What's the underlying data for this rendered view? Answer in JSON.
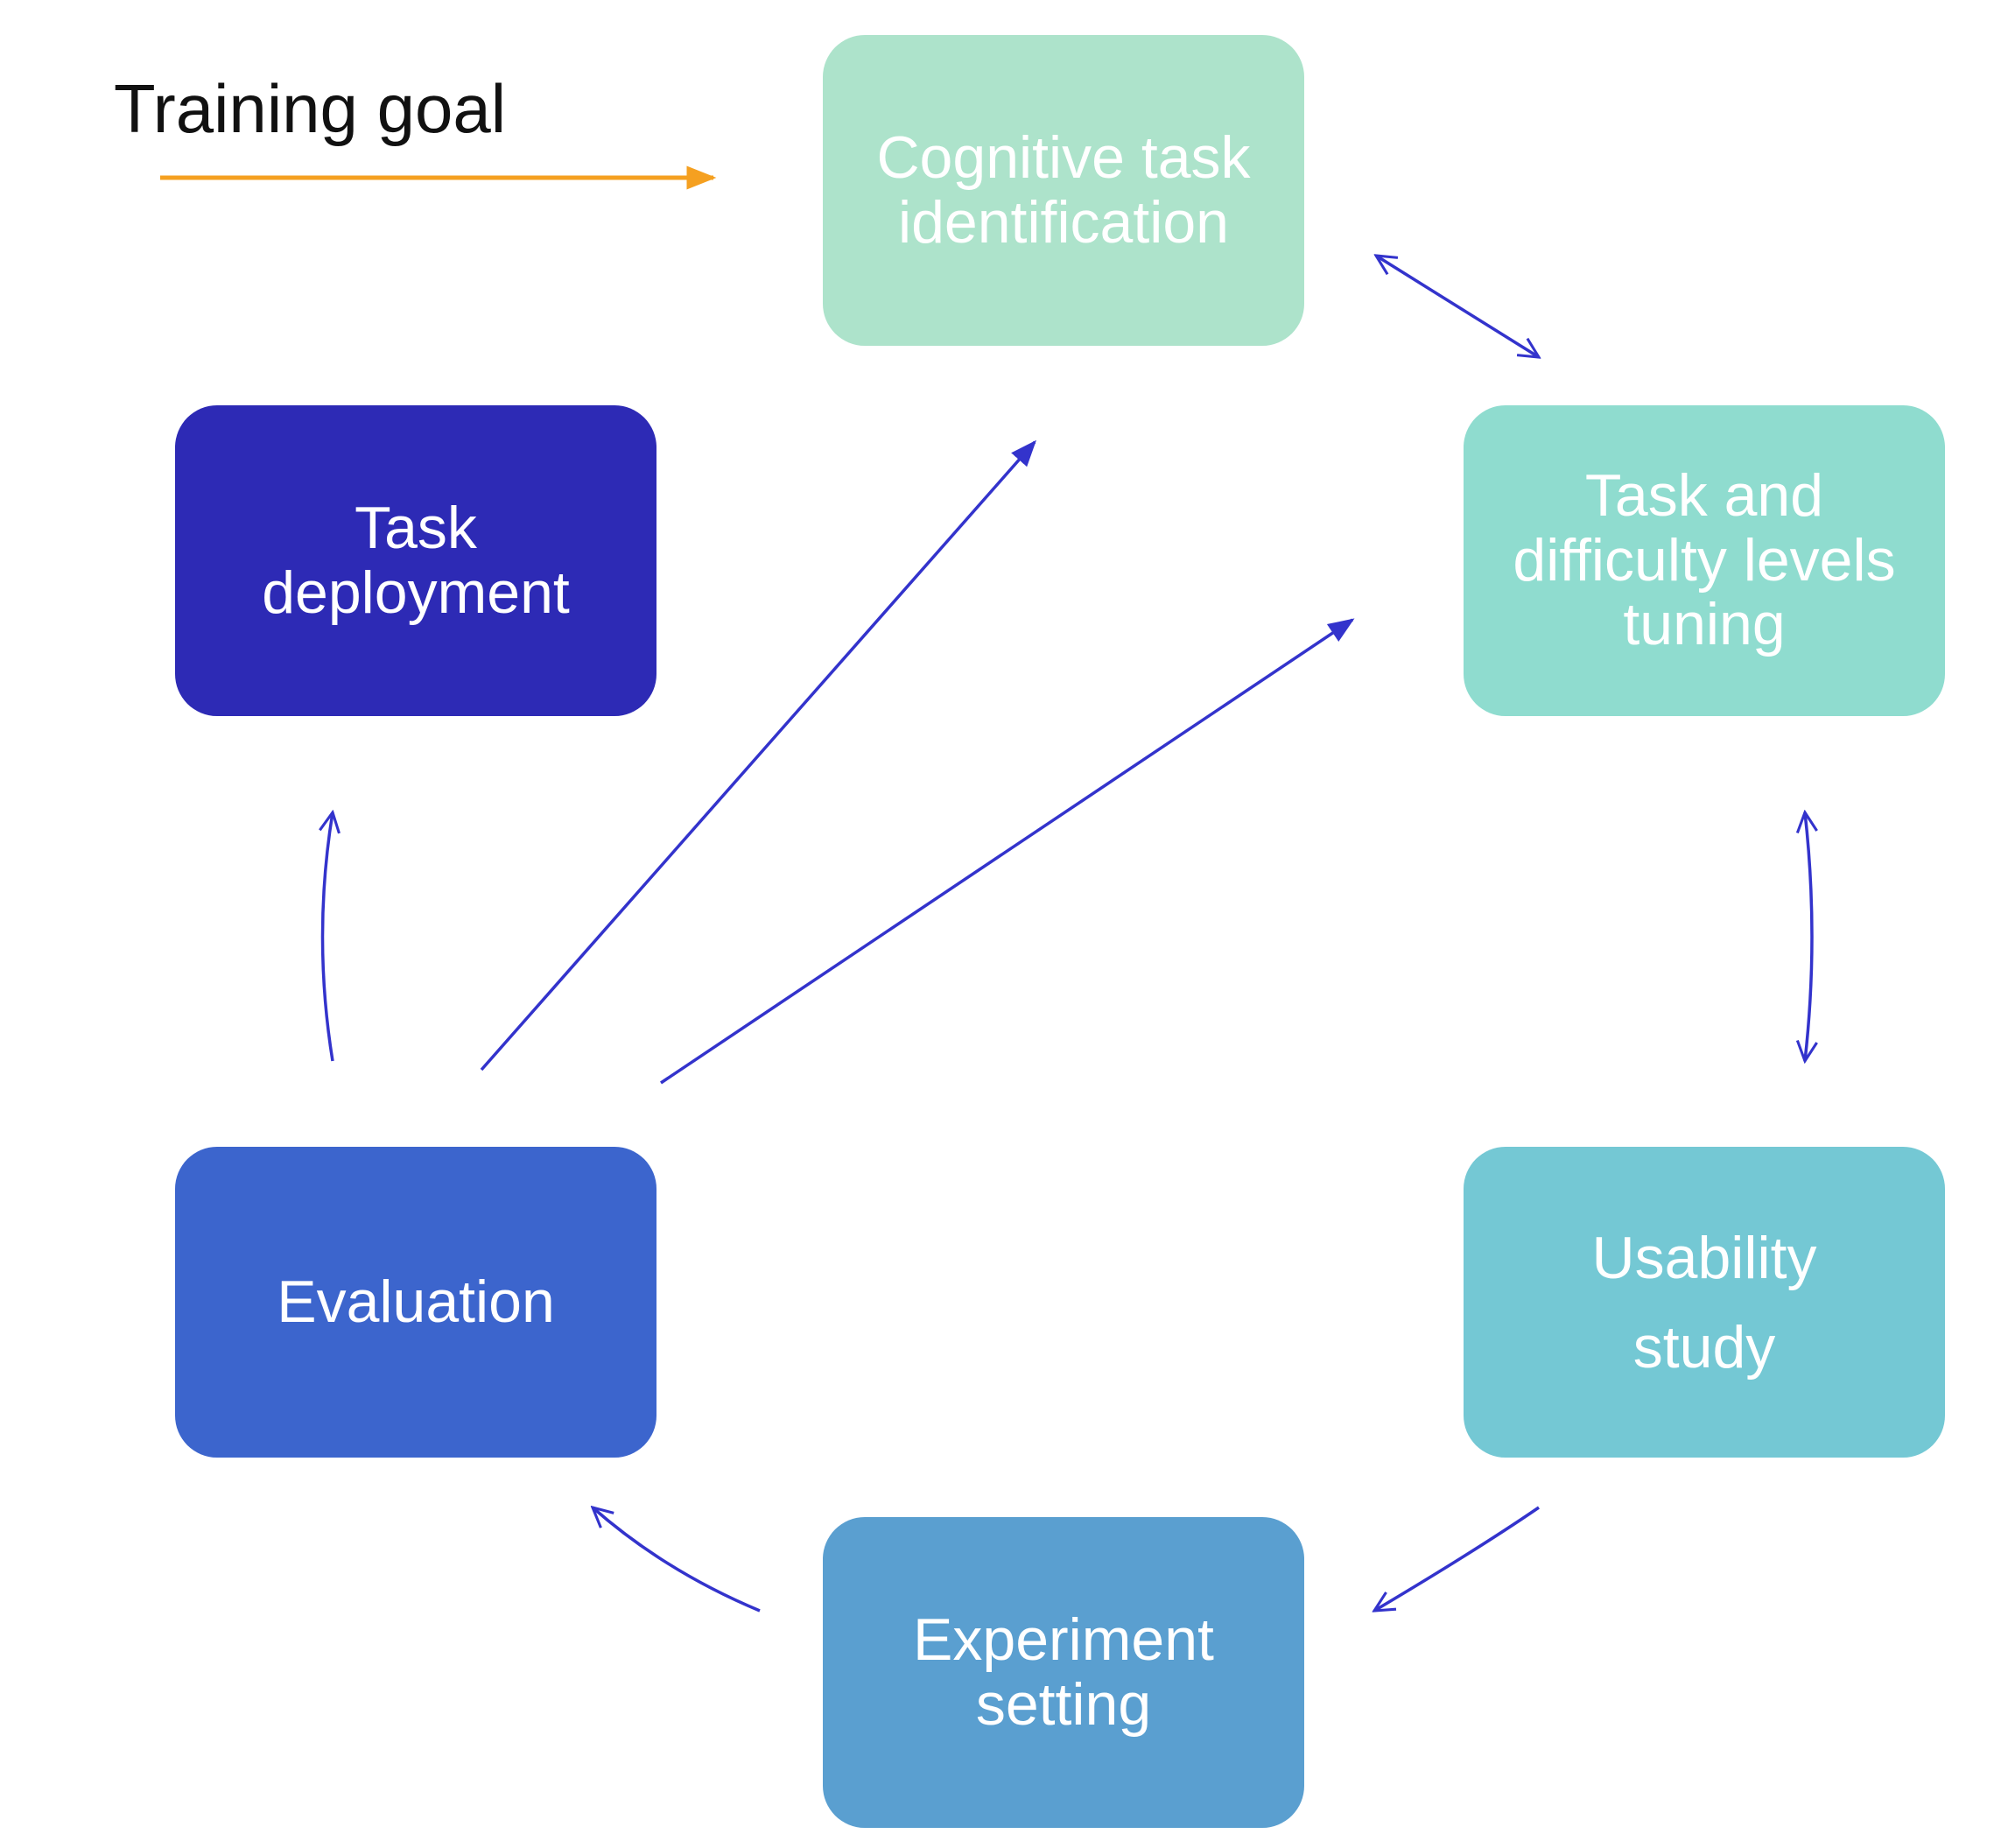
{
  "legend": {
    "label": "Training goal",
    "arrow_color": "#f5a020"
  },
  "link_color": "#3333cc",
  "boxes": {
    "cognitive": {
      "label": "Cognitive task\nidentification",
      "color": "#ade3cb"
    },
    "tuning": {
      "label": "Task and\ndifficulty levels\ntuning",
      "color": "#8fdccf"
    },
    "usability": {
      "label": "Usability\nstudy",
      "color": "#74c8d4"
    },
    "experiment": {
      "label": "Experiment\nsetting",
      "color": "#5a9fd0"
    },
    "evaluation": {
      "label": "Evaluation",
      "color": "#3c65cd"
    },
    "deployment": {
      "label": "Task\ndeployment",
      "color": "#2d2ab5"
    }
  }
}
